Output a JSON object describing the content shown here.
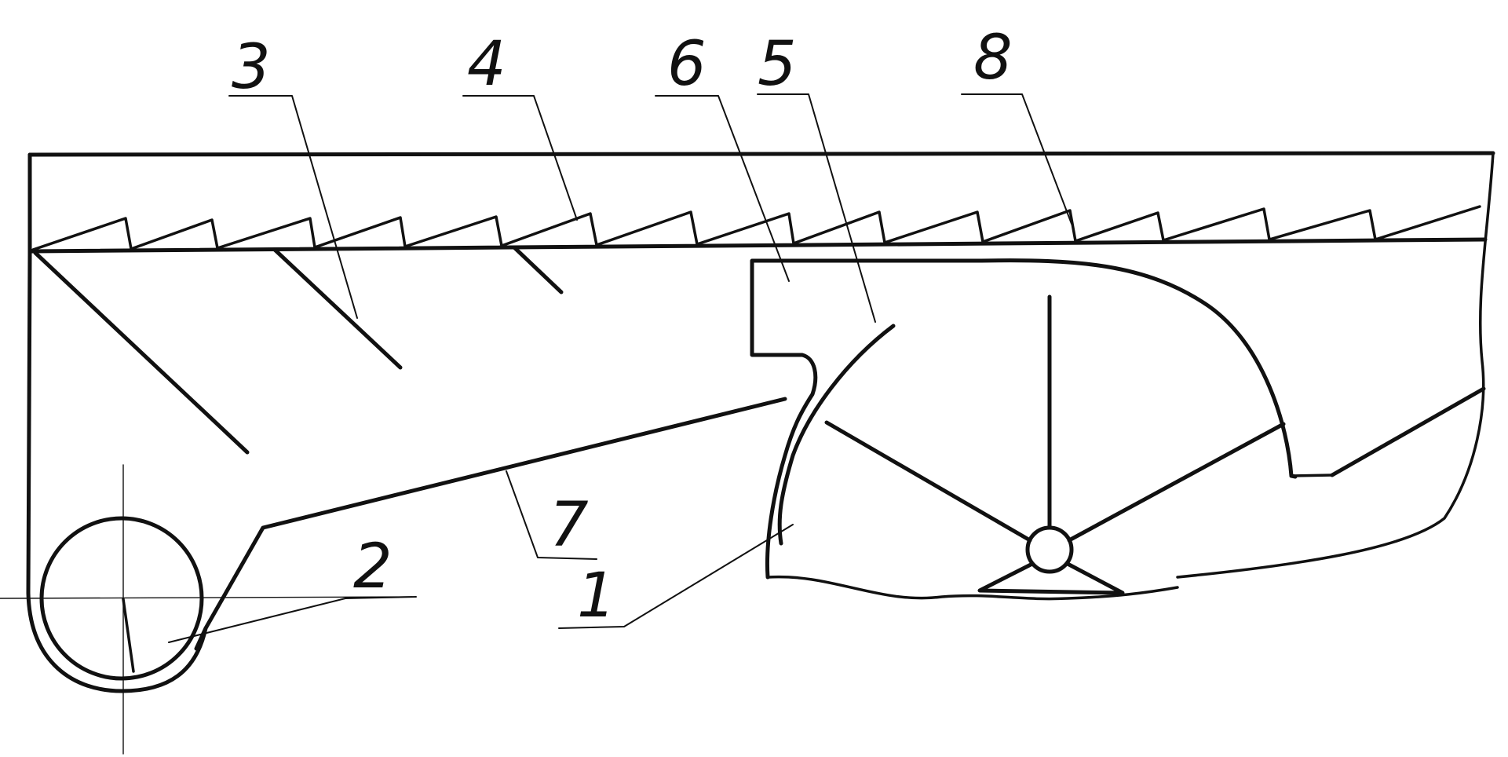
{
  "labels": [
    "1",
    "2",
    "3",
    "4",
    "5",
    "6",
    "7",
    "8"
  ],
  "colors": {
    "ink": "#111111",
    "paper": "#ffffff"
  }
}
